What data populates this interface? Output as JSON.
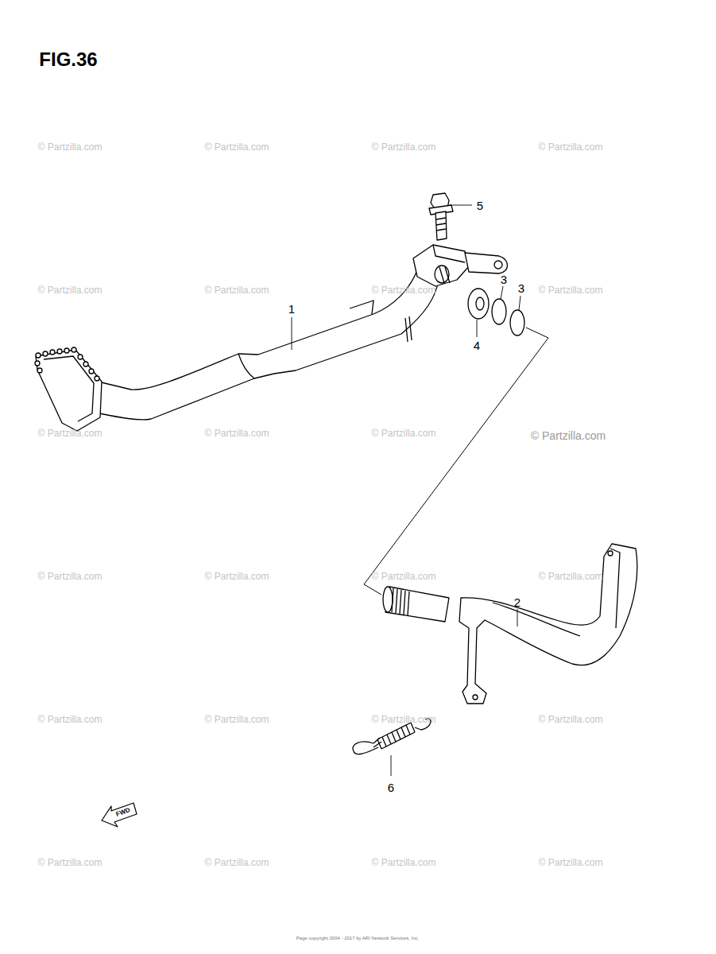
{
  "diagram": {
    "title": "FIG.36",
    "labels": [
      "1",
      "2",
      "3",
      "3",
      "4",
      "5",
      "6",
      "FWD",
      "© Partzilla.com",
      "© Partzilla.com",
      "© Partzilla.com",
      "© Partzilla.com",
      "© Partzilla.com",
      "© Partzilla.com",
      "© Partzilla.com",
      "© Partzilla.com",
      "© Partzilla.com",
      "© Partzilla.com",
      "© Partzilla.com",
      "© Partzilla.com",
      "© Partzilla.com",
      "© Partzilla.com",
      "© Partzilla.com",
      "© Partzilla.com",
      "© Partzilla.com",
      "© Partzilla.com",
      "© Partzilla.com",
      "© Partzilla.com",
      "© Partzilla.com",
      "© Partzilla.com",
      "© Partzilla.com",
      "© Partzilla.com",
      "Page copyright 2004 - 2017 by ARI Network Services, Inc."
    ]
  }
}
